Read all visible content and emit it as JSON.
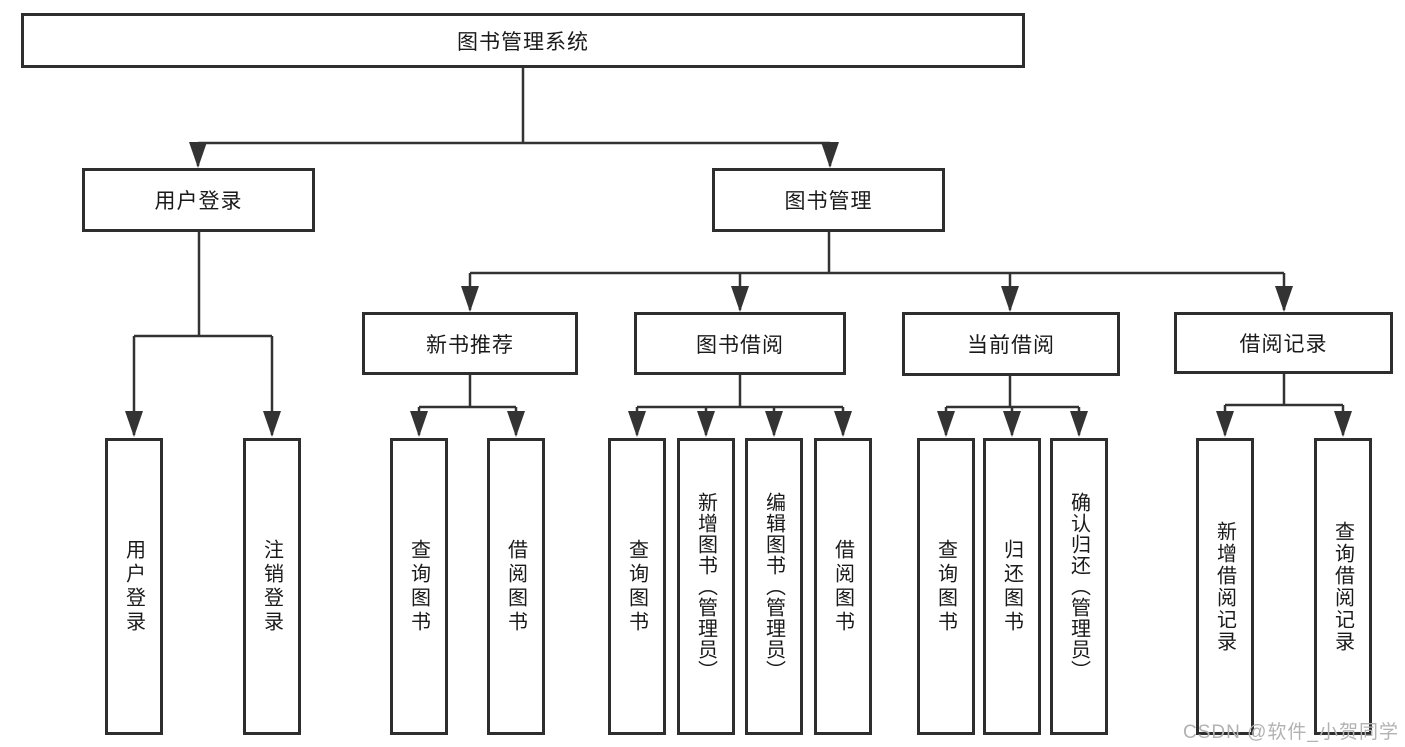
{
  "diagram": {
    "root": {
      "label": "图书管理系统"
    },
    "level2": [
      {
        "label": "用户登录"
      },
      {
        "label": "图书管理"
      }
    ],
    "level3": [
      {
        "label": "新书推荐"
      },
      {
        "label": "图书借阅"
      },
      {
        "label": "当前借阅"
      },
      {
        "label": "借阅记录"
      }
    ],
    "leaves": {
      "login": [
        "用户登录",
        "注销登录"
      ],
      "recommend": [
        "查询图书",
        "借阅图书"
      ],
      "borrow": [
        "查询图书",
        "新增图书（管理员）",
        "编辑图书（管理员）",
        "借阅图书"
      ],
      "current": [
        "查询图书",
        "归还图书",
        "确认归还（管理员）"
      ],
      "record": [
        "新增借阅记录",
        "查询借阅记录"
      ]
    },
    "watermark": "CSDN @软件_小贺同学",
    "colors": {
      "line": "#333333",
      "box_border": "#2e2e2e",
      "text": "#1a1a1a",
      "watermark": "#b2b2b2",
      "background": "#ffffff"
    }
  }
}
